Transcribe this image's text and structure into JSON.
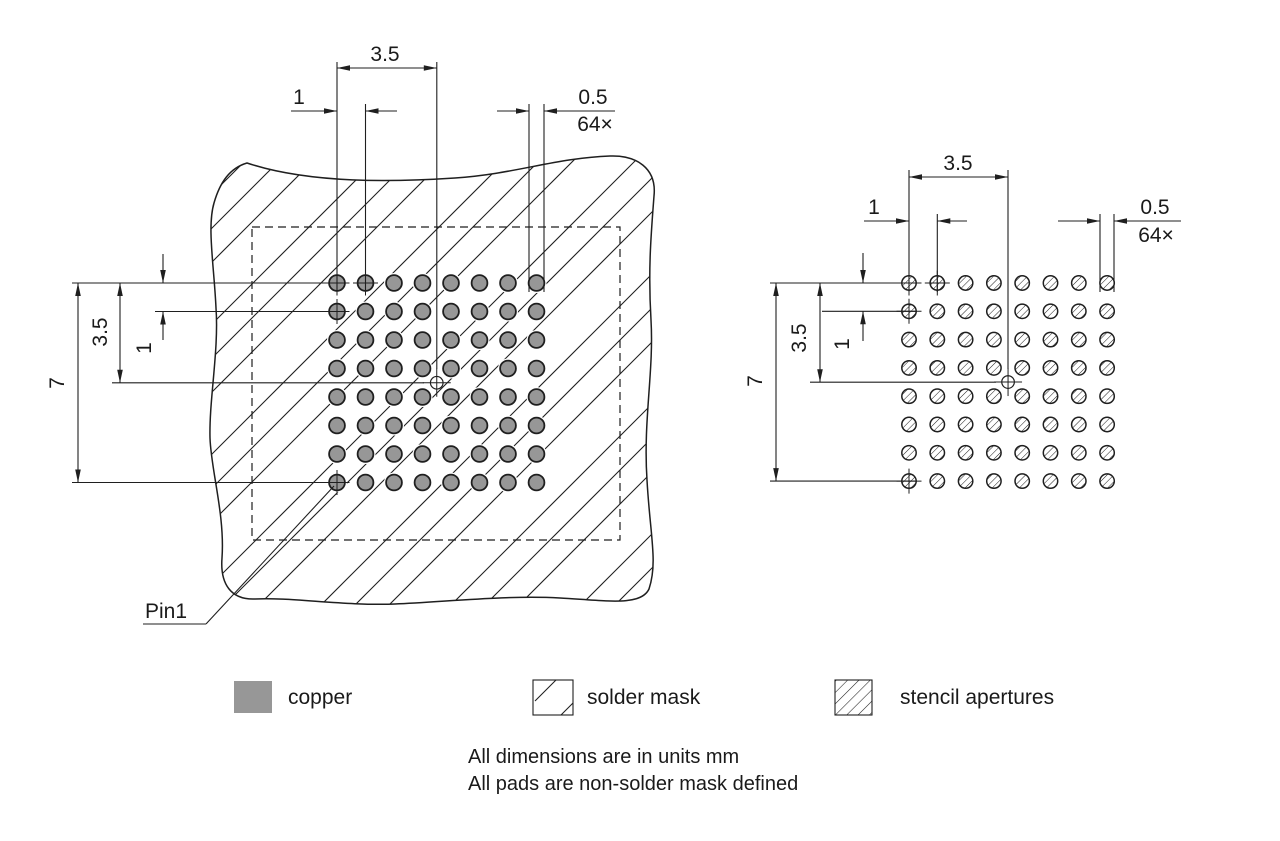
{
  "grid": {
    "rows": 8,
    "cols": 8,
    "pad_count": 64,
    "pitch_mm": 1,
    "pad_diameter_mm": 0.5,
    "grid_span_mm": 7,
    "center_offset_mm": 3.5
  },
  "left_view": {
    "dim_col_center": "3.5",
    "dim_col_pitch": "1",
    "dim_pad_diameter": "0.5",
    "dim_pad_count": "64×",
    "dim_row_span": "7",
    "dim_row_center": "3.5",
    "dim_row_pitch": "1",
    "pin1_label": "Pin1"
  },
  "right_view": {
    "dim_col_center": "3.5",
    "dim_col_pitch": "1",
    "dim_pad_diameter": "0.5",
    "dim_pad_count": "64×",
    "dim_row_span": "7",
    "dim_row_center": "3.5",
    "dim_row_pitch": "1"
  },
  "legend": {
    "items": [
      {
        "id": "copper",
        "label": "copper"
      },
      {
        "id": "solder_mask",
        "label": "solder mask"
      },
      {
        "id": "stencil_apertures",
        "label": "stencil apertures"
      }
    ]
  },
  "notes": {
    "line1": "All dimensions are in units mm",
    "line2": "All pads are non-solder mask defined"
  },
  "colors": {
    "copper": "#979797",
    "line": "#1f1f1f",
    "background": "#ffffff"
  }
}
